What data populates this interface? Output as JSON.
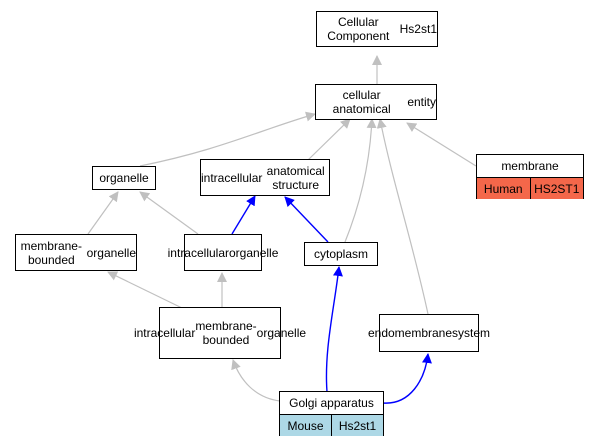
{
  "nodes": {
    "cc_hs2st1": {
      "line1": "Cellular Component",
      "line2": "Hs2st1"
    },
    "cae": {
      "line1": "cellular anatomical",
      "line2": "entity"
    },
    "organelle": {
      "label": "organelle"
    },
    "ias": {
      "line1": "intracellular",
      "line2": "anatomical structure"
    },
    "membrane": {
      "label": "membrane",
      "species": "Human",
      "gene": "HS2ST1",
      "fill": "#f4674a"
    },
    "mbo": {
      "line1": "membrane-bounded",
      "line2": "organelle"
    },
    "io": {
      "line1": "intracellular",
      "line2": "organelle"
    },
    "cytoplasm": {
      "label": "cytoplasm"
    },
    "imbo": {
      "line1": "intracellular",
      "line2": "membrane-bounded",
      "line3": "organelle"
    },
    "endo": {
      "line1": "endomembrane",
      "line2": "system"
    },
    "golgi": {
      "label": "Golgi apparatus",
      "species": "Mouse",
      "gene": "Hs2st1",
      "fill": "#add8e6"
    }
  },
  "colors": {
    "edge_gray": "#c0c0c0",
    "edge_blue": "#0000ff"
  }
}
